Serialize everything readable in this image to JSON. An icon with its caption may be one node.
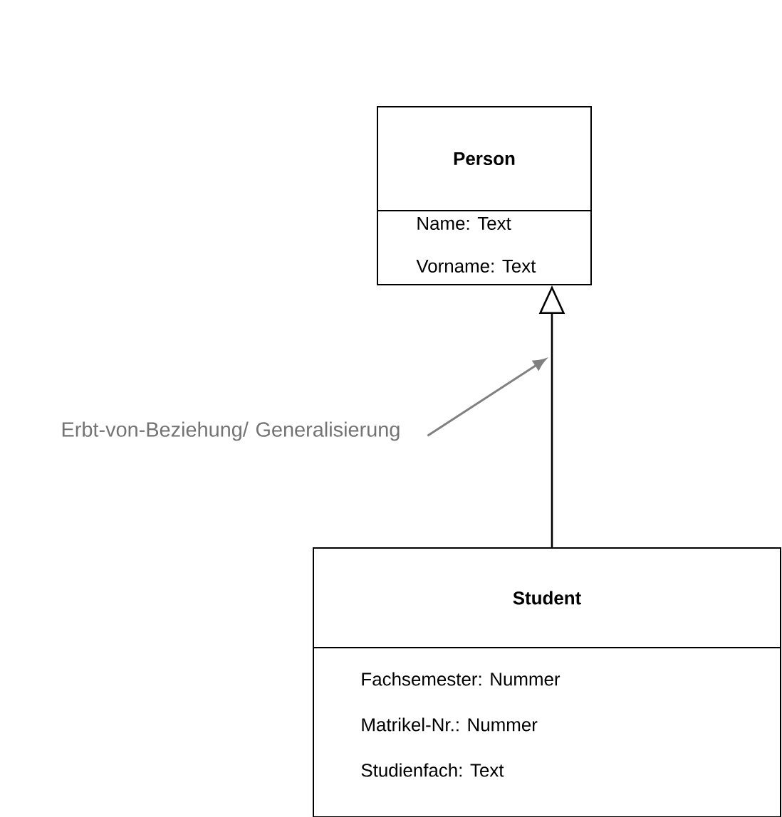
{
  "diagram": {
    "nodes": [
      {
        "text": [
          "Person",
          "Name:  Text",
          "Vorname:  Text"
        ]
      },
      {
        "text": [
          "Student",
          "Fachsemester:  Nummer",
          "Matrikel-Nr.:  Nummer",
          "Studienfach:  Text"
        ]
      },
      {
        "text": [
          "Erbt-von-Beziehung/ Generalisierung"
        ]
      }
    ],
    "edges": [
      {
        "from": 1,
        "to": 0,
        "arrow": "to"
      },
      {
        "from": 2,
        "to": null,
        "arrow": "to",
        "color": "#808080"
      }
    ]
  }
}
